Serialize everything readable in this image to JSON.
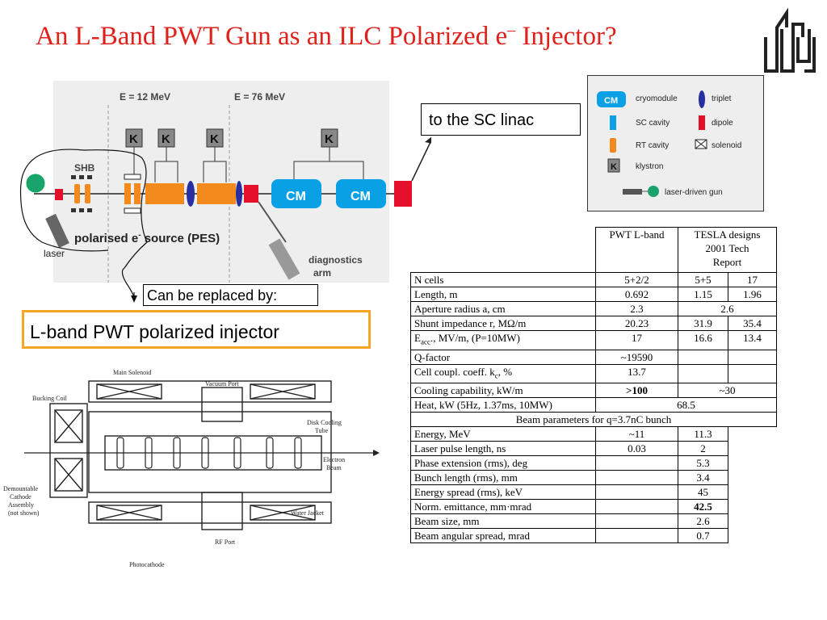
{
  "slide": {
    "title_main": "An L-Band PWT Gun as an ILC Polarized e",
    "title_sup": "–",
    "title_end": " Injector?"
  },
  "layout_diagram": {
    "energy_labels": [
      "E = 12 MeV",
      "E = 76 MeV"
    ],
    "klystron_label": "K",
    "shb_label": "SHB",
    "source_label": "polarised e",
    "source_sup": "-",
    "source_end": " source (PES)",
    "laser_label": "laser",
    "diagnostics_label_1": "diagnostics",
    "diagnostics_label_2": "arm",
    "cm_label": "CM"
  },
  "callouts": {
    "to_linac": "to the SC linac",
    "replaced_by": "Can be replaced by:",
    "injector": "L-band PWT polarized injector"
  },
  "legend": {
    "items": [
      {
        "symbol": "CM",
        "label": "cryomodule",
        "color": "#0aa0e6"
      },
      {
        "label": "SC cavity",
        "color": "#0aa0e6"
      },
      {
        "label": "RT cavity",
        "color": "#f28a1e"
      },
      {
        "symbol": "K",
        "label": "klystron",
        "color": "#888888"
      },
      {
        "label": "triplet",
        "color": "#2a2fa0"
      },
      {
        "label": "dipole",
        "color": "#e4102a"
      },
      {
        "label": "solenoid",
        "color": "#222222"
      },
      {
        "label": "laser-driven gun",
        "color": "#1aa36a"
      }
    ]
  },
  "gun_drawing": {
    "labels": {
      "main_solenoid": "Main Solenoid",
      "vacuum_port": "Vacuum Port",
      "bucking_coil": "Bucking Coil",
      "disk_cooling_1": "Disk Cooling",
      "disk_cooling_2": "Tube",
      "electron_1": "Electron",
      "electron_2": "Beam",
      "cathode_1": "Demountable",
      "cathode_2": "Cathode",
      "cathode_3": "Assembly",
      "cathode_4": "(not shown)",
      "water_jacket": "Water Jacket",
      "rf_port": "RF Port",
      "photocathode": "Photocathode"
    }
  },
  "table": {
    "header": {
      "pwt": "PWT L-band",
      "tesla_1": "TESLA designs",
      "tesla_2": "2001 Tech",
      "tesla_3": "Report"
    },
    "rows": [
      {
        "label": "N cells",
        "pwt": "5+2/2",
        "t1": "5+5",
        "t2": "17"
      },
      {
        "label": "Length, m",
        "pwt": "0.692",
        "t1": "1.15",
        "t2": "1.96"
      },
      {
        "label": "Aperture radius a, cm",
        "pwt": "2.3",
        "t": "2.6"
      },
      {
        "label": "Shunt impedance r, MΩ/m",
        "pwt": "20.23",
        "t1": "31.9",
        "t2": "35.4"
      },
      {
        "label_pre": "E",
        "label_sub": "acc",
        "label_post": "., MV/m, (P=10MW)",
        "pwt": "17",
        "t1": "16.6",
        "t2": "13.4"
      },
      {
        "label": "Q-factor",
        "pwt": "~19590"
      },
      {
        "label_pre": "Cell coupl. coeff. k",
        "label_sub": "c",
        "label_post": ", %",
        "pwt": "13.7"
      },
      {
        "label": "Cooling capability, kW/m",
        "pwt": ">100",
        "t": "~30"
      },
      {
        "label": "Heat, kW (5Hz, 1.37ms, 10MW)",
        "merged": "68.5"
      }
    ],
    "beam_header": "Beam parameters for q=3.7nC bunch",
    "beam_rows": [
      {
        "label": "Energy, MeV",
        "pwt": "~11",
        "t": "11.3"
      },
      {
        "label": "Laser pulse length, ns",
        "pwt": "0.03",
        "t": "2"
      },
      {
        "label": "Phase extension (rms), deg",
        "pwt": "",
        "t": "5.3"
      },
      {
        "label": "Bunch length (rms), mm",
        "pwt": "",
        "t": "3.4"
      },
      {
        "label": "Energy spread (rms), keV",
        "pwt": "",
        "t": "45"
      },
      {
        "label": "Norm. emittance, mm·mrad",
        "pwt": "",
        "t": "42.5"
      },
      {
        "label": "Beam size, mm",
        "pwt": "",
        "t": "2.6"
      },
      {
        "label": "Beam angular spread, mrad",
        "pwt": "",
        "t": "0.7"
      }
    ]
  }
}
